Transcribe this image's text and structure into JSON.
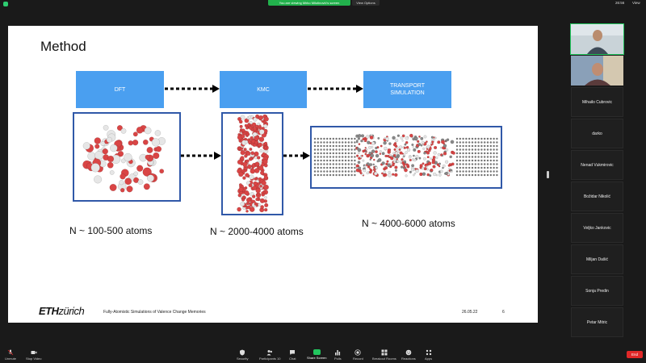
{
  "top_bar": {
    "screen_banner": "You are viewing Mirko Milutinović's screen",
    "view_options": "View Options",
    "clock": "26:56",
    "view": "View"
  },
  "slide": {
    "title": "Method",
    "stages": [
      "DFT",
      "KMC",
      "TRANSPORT\nSIMULATION"
    ],
    "captions": [
      "N ~ 100-500 atoms",
      "N ~ 2000-4000 atoms",
      "N ~ 4000-6000 atoms"
    ],
    "footer_logo_bold": "ETH",
    "footer_logo_rest": "zürich",
    "footer_text": "Fully-Atomistic Simulations of Valence Change Memories",
    "footer_date": "26.05.22",
    "footer_page": "6",
    "colors": {
      "stage_box": "#4a9ff0",
      "frame_border": "#3058a8",
      "oxygen_atom": "#d94545",
      "metal_atom": "#e6e6e6"
    }
  },
  "participants": [
    "Mihailo Cubrovic",
    "darko",
    "Nenad Vukmirovic",
    "Božidar Nikolić",
    "Veljko Jankovic",
    "Miljan Dašić",
    "Sonja Predin",
    "Petar Mitric"
  ],
  "toolbar": {
    "unmute": "Unmute",
    "stop_video": "Stop Video",
    "security": "Security",
    "participants": "Participants",
    "participants_count": "10",
    "chat": "Chat",
    "share_screen": "Share Screen",
    "polls": "Polls",
    "record": "Record",
    "breakout_rooms": "Breakout Rooms",
    "reactions": "Reactions",
    "apps": "Apps",
    "end": "End"
  }
}
